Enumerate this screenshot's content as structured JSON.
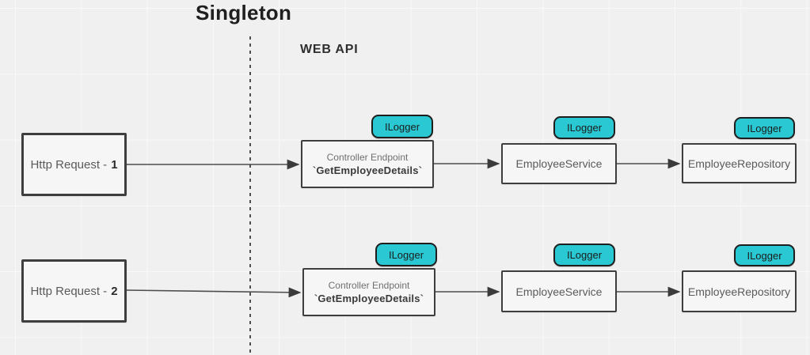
{
  "diagram": {
    "title": "Singleton",
    "section_label": "WEB API"
  },
  "colors": {
    "badge_fill": "#29c8d2",
    "node_border": "#3e3e3e",
    "background": "#f0f0f1"
  },
  "rows": [
    {
      "request_prefix": "Http Request -",
      "request_number": "1",
      "controller_title": "Controller Endpoint",
      "controller_method": "`GetEmployeeDetails`",
      "controller_badge": "ILogger",
      "service_label": "EmployeeService",
      "service_badge": "ILogger",
      "repository_label": "EmployeeRepository",
      "repository_badge": "ILogger"
    },
    {
      "request_prefix": "Http Request -",
      "request_number": "2",
      "controller_title": "Controller Endpoint",
      "controller_method": "`GetEmployeeDetails`",
      "controller_badge": "ILogger",
      "service_label": "EmployeeService",
      "service_badge": "ILogger",
      "repository_label": "EmployeeRepository",
      "repository_badge": "ILogger"
    }
  ]
}
